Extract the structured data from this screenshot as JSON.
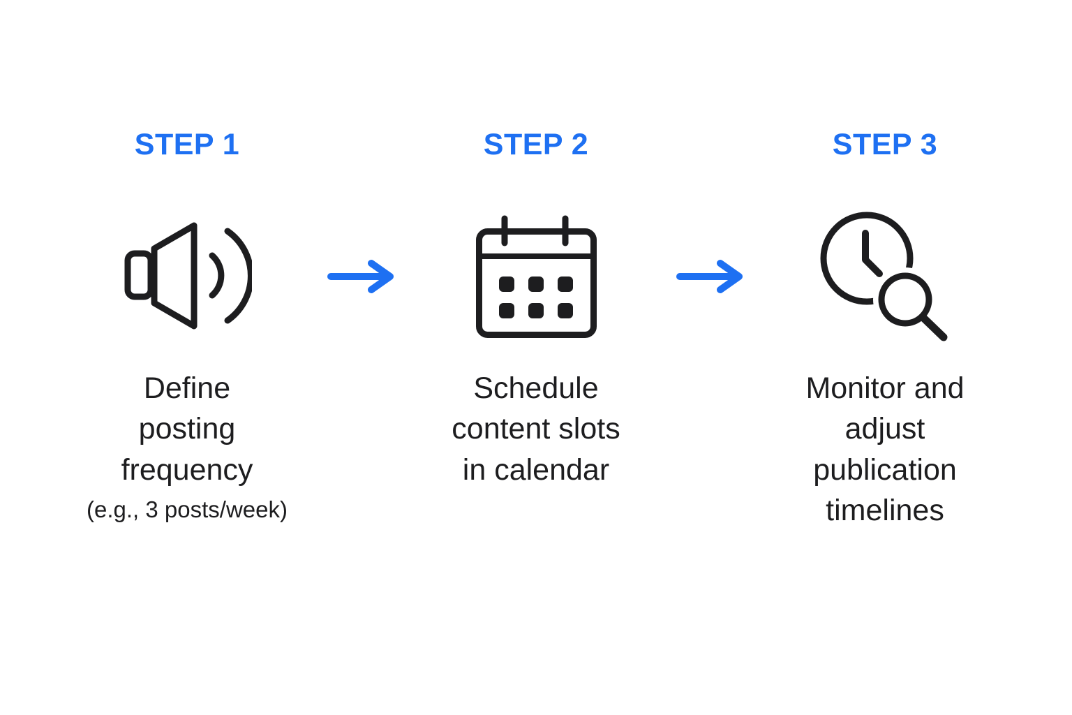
{
  "colors": {
    "accent": "#1e70f2",
    "text": "#1d1d1f",
    "background": "#ffffff"
  },
  "steps": [
    {
      "label": "STEP 1",
      "icon": "speaker-icon",
      "caption_lines": [
        "Define",
        "posting",
        "frequency"
      ],
      "note": "(e.g., 3 posts/week)"
    },
    {
      "label": "STEP 2",
      "icon": "calendar-icon",
      "caption_lines": [
        "Schedule",
        "content slots",
        "in calendar"
      ]
    },
    {
      "label": "STEP 3",
      "icon": "clock-search-icon",
      "caption_lines": [
        "Monitor and",
        "adjust",
        "publication",
        "timelines"
      ]
    }
  ],
  "arrows": [
    {
      "icon": "arrow-right-icon"
    },
    {
      "icon": "arrow-right-icon"
    }
  ]
}
